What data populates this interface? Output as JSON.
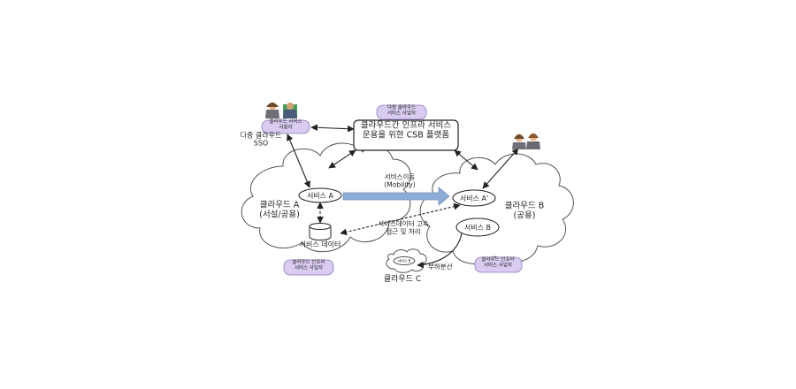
{
  "badges": {
    "multi_cloud_provider": "다중 클라우드\n서비스 사업자",
    "cloud_user": "클라우드 서비스\n사용자",
    "infra_provider_a": "클라우드 인프라\n서비스 사업자",
    "infra_provider_b": "클라우드 인프라\n서비스 사업자"
  },
  "labels": {
    "sso": "다중 클라우드\nSSO",
    "csb_platform": "클라우드간 인프라 서비스\n운용을 위한 CSB 플랫폼",
    "cloud_a": "클라우드 A\n(서설/공용)",
    "cloud_b": "클라우드 B\n(공용)",
    "cloud_c": "클라우드 C",
    "service_a": "서비스 A",
    "service_a_prime": "서비스 A'",
    "service_b": "서비스 B",
    "service_b_small": "서비스 B",
    "service_data": "서비스 데이터",
    "mobility": "서비스이동\n(Mobility)",
    "fast_access": "서비스데이터 고속\n접근 및 처리",
    "load_balance": "부하분산"
  },
  "colors": {
    "badge_fill": "#d9ccf0",
    "badge_stroke": "#8f7bbd",
    "mobility_arrow": "#8eadd6",
    "line": "#222222"
  },
  "icons": [
    "user-group-icon",
    "user-pair-icon",
    "database-icon"
  ]
}
